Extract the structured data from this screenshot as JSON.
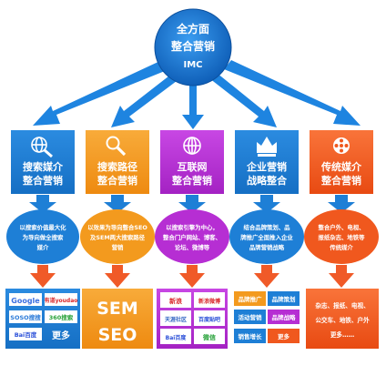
{
  "hub": {
    "line1": "全方面",
    "line2": "整合营销",
    "line3": "IMC"
  },
  "columns": [
    {
      "title1": "搜索媒介",
      "title2": "整合营销",
      "icon": "globe-search-icon",
      "color": "#1e7fd6",
      "desc": [
        "以搜索价值最大化",
        "为导向做全搜索",
        "媒介"
      ],
      "tiles": [
        {
          "text": "Google",
          "sub": "有道youdao"
        },
        {
          "text": "SOSO搜搜",
          "sub": "360搜索"
        },
        {
          "text": "Bai百度",
          "sub": "更多"
        }
      ]
    },
    {
      "title1": "搜索路径",
      "title2": "整合营销",
      "icon": "magnifier-icon",
      "color": "#f39a1e",
      "desc": [
        "以效果为导向整合SEO",
        "及SEM两大搜索路径",
        "营销"
      ],
      "tiles": [
        {
          "text": "SEM"
        },
        {
          "text": "SEO"
        }
      ]
    },
    {
      "title1": "互联网",
      "title2": "整合营销",
      "icon": "globe-icon",
      "color": "#b62ed3",
      "desc": [
        "以搜索引擎为中心，",
        "整合门户网站、博客、",
        "论坛、微博等"
      ],
      "tiles": [
        {
          "text": "新浪",
          "sub": "新浪微博"
        },
        {
          "text": "天涯社区",
          "sub": "百度贴吧"
        },
        {
          "text": "Bai百度",
          "sub": "微信"
        }
      ]
    },
    {
      "title1": "企业营销",
      "title2": "战略整合",
      "icon": "crown-icon",
      "color": "#1e7fd6",
      "desc": [
        "结合品牌策划、品",
        "牌推广全面推入企业",
        "品牌营销战略"
      ],
      "tiles": [
        {
          "text": "品牌推广"
        },
        {
          "text": "品牌策划"
        },
        {
          "text": "活动营销"
        },
        {
          "text": "品牌战略"
        },
        {
          "text": "销售增长"
        },
        {
          "text": "更多"
        }
      ]
    },
    {
      "title1": "传统媒介",
      "title2": "整合营销",
      "icon": "film-reel-icon",
      "color": "#f0581e",
      "desc": [
        "整合户外、电视、",
        "报纸杂志、地铁等",
        "传统媒介"
      ],
      "tiles": [
        {
          "text": "杂志、报纸、电视、"
        },
        {
          "text": "公交车、地铁、户外"
        },
        {
          "text": "更多……"
        }
      ]
    }
  ]
}
